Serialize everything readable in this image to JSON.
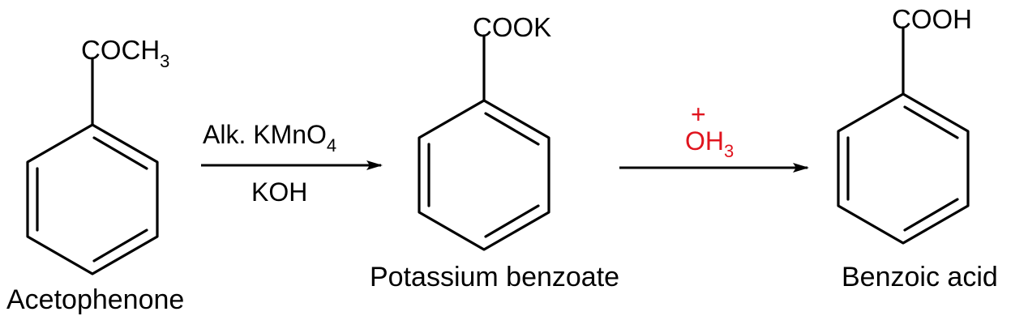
{
  "colors": {
    "ink": "#000000",
    "reagent_red": "#e0141e",
    "background": "#ffffff"
  },
  "molecules": {
    "reactant": {
      "group_main": "COCH",
      "group_sub": "3",
      "name": "Acetophenone"
    },
    "intermediate": {
      "group_main": "COOK",
      "name": "Potassium benzoate"
    },
    "product": {
      "group_main": "COOH",
      "name": "Benzoic acid"
    }
  },
  "step1": {
    "reagent_main": "Alk. KMnO",
    "reagent_sub": "4",
    "condition": "KOH"
  },
  "step2": {
    "charge": "+",
    "reagent_main": "OH",
    "reagent_sub": "3"
  }
}
